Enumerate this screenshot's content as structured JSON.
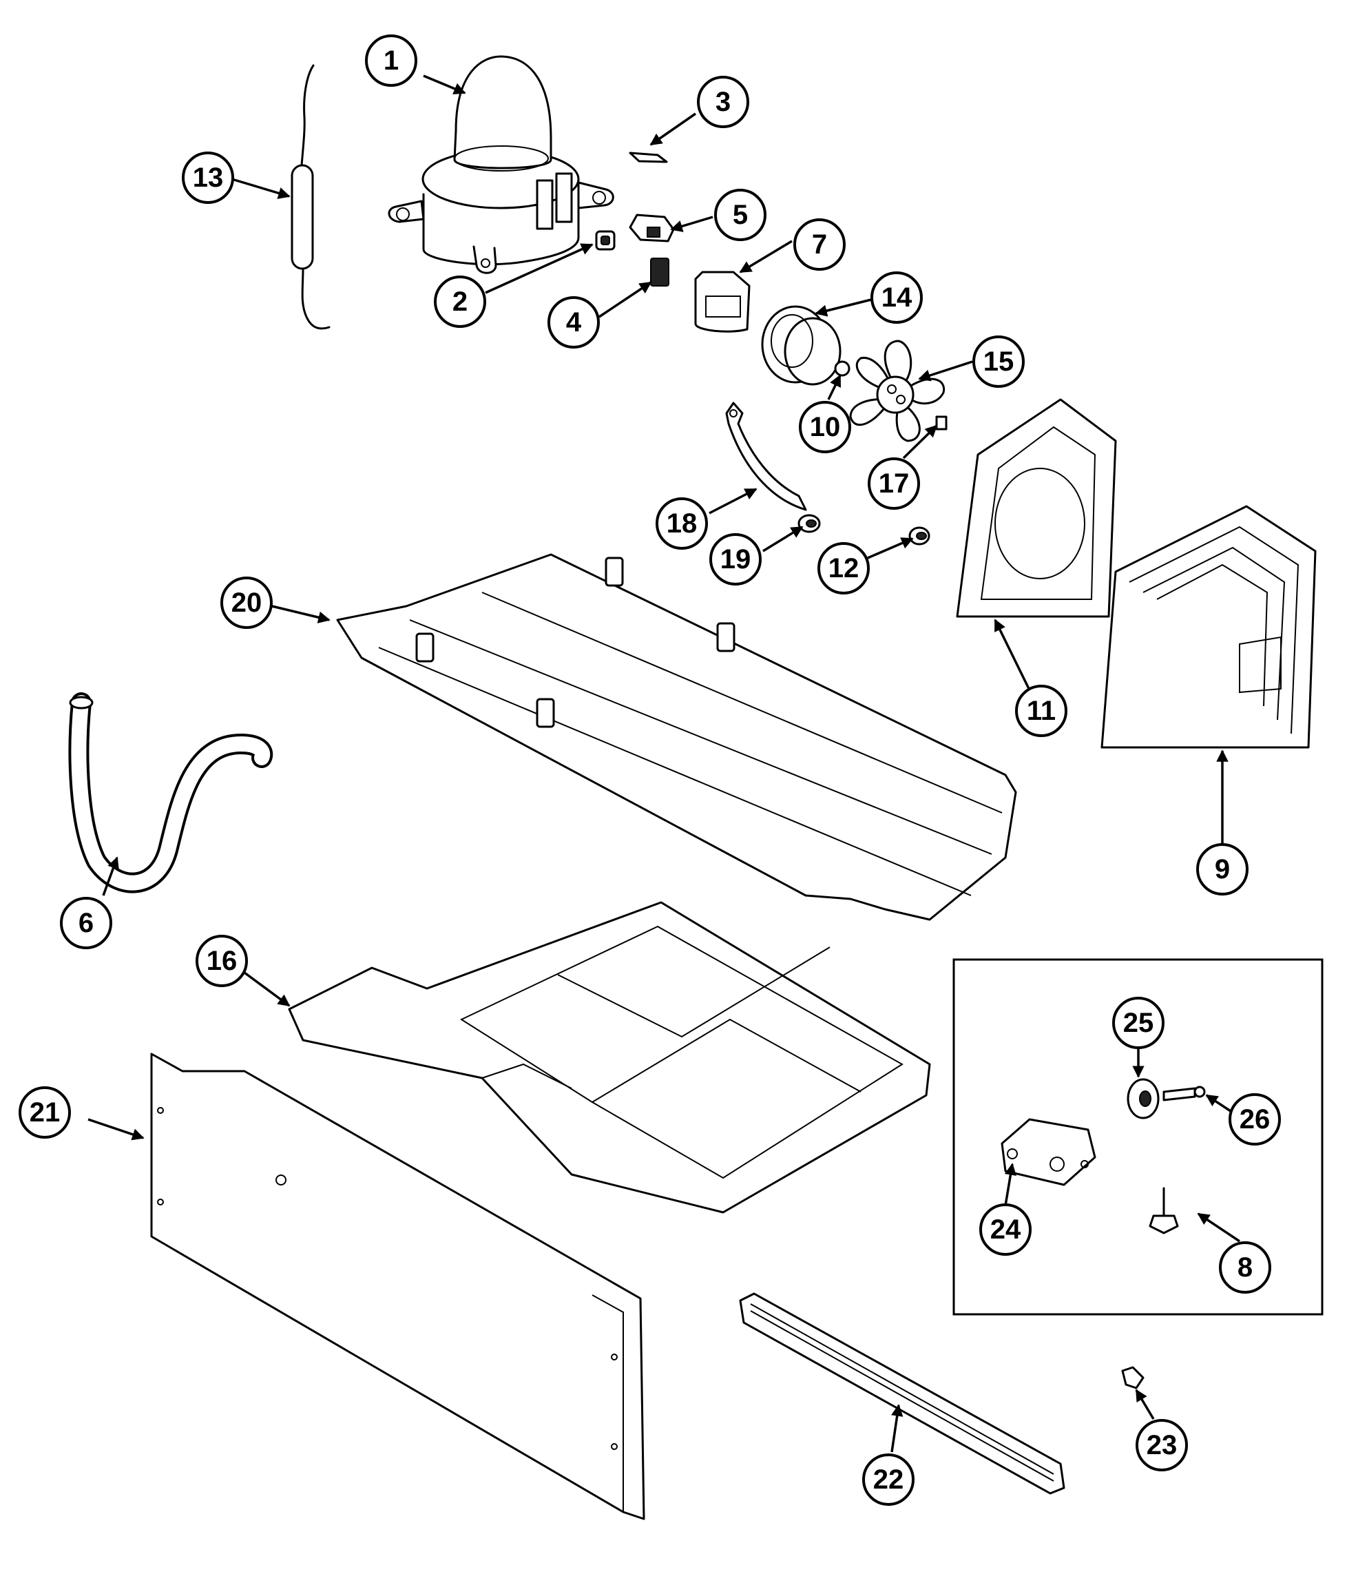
{
  "callouts": [
    {
      "id": "callout-1",
      "label": "1"
    },
    {
      "id": "callout-2",
      "label": "2"
    },
    {
      "id": "callout-3",
      "label": "3"
    },
    {
      "id": "callout-4",
      "label": "4"
    },
    {
      "id": "callout-5",
      "label": "5"
    },
    {
      "id": "callout-6",
      "label": "6"
    },
    {
      "id": "callout-7",
      "label": "7"
    },
    {
      "id": "callout-8",
      "label": "8"
    },
    {
      "id": "callout-9",
      "label": "9"
    },
    {
      "id": "callout-10",
      "label": "10"
    },
    {
      "id": "callout-11",
      "label": "11"
    },
    {
      "id": "callout-12",
      "label": "12"
    },
    {
      "id": "callout-13",
      "label": "13"
    },
    {
      "id": "callout-14",
      "label": "14"
    },
    {
      "id": "callout-15",
      "label": "15"
    },
    {
      "id": "callout-16",
      "label": "16"
    },
    {
      "id": "callout-17",
      "label": "17"
    },
    {
      "id": "callout-18",
      "label": "18"
    },
    {
      "id": "callout-19",
      "label": "19"
    },
    {
      "id": "callout-20",
      "label": "20"
    },
    {
      "id": "callout-21",
      "label": "21"
    },
    {
      "id": "callout-22",
      "label": "22"
    },
    {
      "id": "callout-23",
      "label": "23"
    },
    {
      "id": "callout-24",
      "label": "24"
    },
    {
      "id": "callout-25",
      "label": "25"
    },
    {
      "id": "callout-26",
      "label": "26"
    }
  ],
  "colors": {
    "ink": "#000000",
    "paper": "#ffffff"
  }
}
